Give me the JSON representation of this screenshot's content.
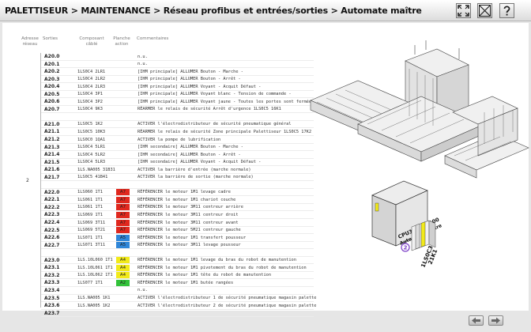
{
  "breadcrumb": "PALETTISEUR > MAINTENANCE > Réseau profibus et entrées/sorties > Automate maître",
  "columns": {
    "adresse": "Adresse\nréseau",
    "sorties": "Sorties",
    "composant": "Composant\ncâblé",
    "plan": "Planche\naction",
    "commentaires": "Commentaires"
  },
  "network_address": "2",
  "rows": [
    {
      "io": "A20.0",
      "comp": "",
      "plan": "",
      "plan_color": "",
      "cmt": "n.u."
    },
    {
      "io": "A20.1",
      "comp": "",
      "plan": "",
      "plan_color": "",
      "cmt": "n.u."
    },
    {
      "io": "A20.2",
      "comp": "1LS0C4 2LR1",
      "plan": "",
      "plan_color": "",
      "cmt": "[IHM principale] ALLUMER Bouton - Marche -"
    },
    {
      "io": "A20.3",
      "comp": "1LS0C4 2LR2",
      "plan": "",
      "plan_color": "",
      "cmt": "[IHM principale] ALLUMER Bouton - Arrêt -"
    },
    {
      "io": "A20.4",
      "comp": "1LS0C4 2LR3",
      "plan": "",
      "plan_color": "",
      "cmt": "[IHM principale] ALLUMER Voyant - Acquit Défaut -"
    },
    {
      "io": "A20.5",
      "comp": "1LS0C4 3P1",
      "plan": "",
      "plan_color": "",
      "cmt": "[IHM principale] ALLUMER Voyant blanc - Tension de commande -"
    },
    {
      "io": "A20.6",
      "comp": "1LS0C4 3P2",
      "plan": "",
      "plan_color": "",
      "cmt": "[IHM principale] ALLUMER Voyant jaune - Toutes les portes sont fermées -"
    },
    {
      "io": "A20.7",
      "comp": "1LS0C4 9K3",
      "plan": "",
      "plan_color": "",
      "cmt": "RÉARMER le relais de sécurité Arrêt d'urgence 1LS0C5 16K1"
    },
    {
      "gap": true
    },
    {
      "io": "A21.0",
      "comp": "1LS0C5 1K2",
      "plan": "",
      "plan_color": "",
      "cmt": "ACTIVER l'électrodistributeur de sécurité pneumatique général"
    },
    {
      "io": "A21.1",
      "comp": "1LS0C5 10K3",
      "plan": "",
      "plan_color": "",
      "cmt": "RÉARMER le relais de sécurité Zone principale Palettiseur 1LS0C5 17K2"
    },
    {
      "io": "A21.2",
      "comp": "1LS0C0 1QA1",
      "plan": "",
      "plan_color": "",
      "cmt": "ACTIVER la pompe de lubrification"
    },
    {
      "io": "A21.3",
      "comp": "1LS0C4 5LR1",
      "plan": "",
      "plan_color": "",
      "cmt": "[IHM secondaire] ALLUMER Bouton - Marche -"
    },
    {
      "io": "A21.4",
      "comp": "1LS0C4 5LR2",
      "plan": "",
      "plan_color": "",
      "cmt": "[IHM secondaire] ALLUMER Bouton - Arrêt -"
    },
    {
      "io": "A21.5",
      "comp": "1LS0C4 5LR3",
      "plan": "",
      "plan_color": "",
      "cmt": "[IHM secondaire] ALLUMER Voyant - Acquit Défaut -"
    },
    {
      "io": "A21.6",
      "comp": "1LS.NA005 31B31",
      "plan": "",
      "plan_color": "",
      "cmt": "ACTIVER la barrière d'entrée (marche normale)"
    },
    {
      "io": "A21.7",
      "comp": "1LS0C5 41B41",
      "plan": "",
      "plan_color": "",
      "cmt": "ACTIVER la barrière de sortie (marche normale)"
    },
    {
      "gap": true
    },
    {
      "io": "A22.0",
      "comp": "1LS060 1T1",
      "plan": "A7",
      "plan_color": "#e0281e",
      "cmt": "RÉFÉRENCER le moteur 1M1 levage cadre"
    },
    {
      "io": "A22.1",
      "comp": "1LS061 1T1",
      "plan": "A7",
      "plan_color": "#e0281e",
      "cmt": "RÉFÉRENCER le moteur 1M1 chariot couche"
    },
    {
      "io": "A22.2",
      "comp": "1LS061 1T1",
      "plan": "A7",
      "plan_color": "#e0281e",
      "cmt": "RÉFÉRENCER le moteur 3M11 centreur arrière"
    },
    {
      "io": "A22.3",
      "comp": "1LS069 1T1",
      "plan": "A7",
      "plan_color": "#e0281e",
      "cmt": "RÉFÉRENCER le moteur 3M11 centreur droit"
    },
    {
      "io": "A22.4",
      "comp": "1LS069 3T11",
      "plan": "A7",
      "plan_color": "#e0281e",
      "cmt": "RÉFÉRENCER le moteur 3M11 centreur avant"
    },
    {
      "io": "A22.5",
      "comp": "1LS069 5T21",
      "plan": "A7",
      "plan_color": "#e0281e",
      "cmt": "RÉFÉRENCER le moteur 5M21 centreur gauche"
    },
    {
      "io": "A22.6",
      "comp": "1LS071 1T1",
      "plan": "A5",
      "plan_color": "#2f86d8",
      "cmt": "RÉFÉRENCER le moteur 1M1 transfert pousseur"
    },
    {
      "io": "A22.7",
      "comp": "1LS071 3T11",
      "plan": "A5",
      "plan_color": "#2f86d8",
      "cmt": "RÉFÉRENCER le moteur 3M11 levage pousseur"
    },
    {
      "gap": true
    },
    {
      "io": "A23.0",
      "comp": "1LS.10L060 1T1",
      "plan": "A4",
      "plan_color": "#f2ea1a",
      "cmt": "RÉFÉRENCER le moteur 1M1 levage du bras du robot de manutention"
    },
    {
      "io": "A23.1",
      "comp": "1LS.10L061 1T1",
      "plan": "A4",
      "plan_color": "#f2ea1a",
      "cmt": "RÉFÉRENCER le moteur 1M1 pivotement du bras du robot de manutention"
    },
    {
      "io": "A23.2",
      "comp": "1LS.10L062 1T1",
      "plan": "A4",
      "plan_color": "#f2ea1a",
      "cmt": "RÉFÉRENCER le moteur 1M1 tête du robot de manutention"
    },
    {
      "io": "A23.3",
      "comp": "1LS077 1T1",
      "plan": "A2",
      "plan_color": "#33c23a",
      "cmt": "RÉFÉRENCER le moteur 1M1 butée rangées"
    },
    {
      "io": "A23.4",
      "comp": "",
      "plan": "",
      "plan_color": "",
      "cmt": "n.u."
    },
    {
      "io": "A23.5",
      "comp": "1LS.NA005 1K1",
      "plan": "",
      "plan_color": "",
      "cmt": "ACTIVER l'électrodistributeur 1 de sécurité pneumatique magasin palette"
    },
    {
      "io": "A23.6",
      "comp": "1LS.NA005 1K2",
      "plan": "",
      "plan_color": "",
      "cmt": "ACTIVER l'électrodistributeur 2 de sécurité pneumatique magasin palette"
    },
    {
      "io": "A23.7",
      "comp": "",
      "plan": "",
      "plan_color": "",
      "cmt": ""
    }
  ],
  "diagram": {
    "cabinet_label": "CPU317 S7-300",
    "cabinet_sublabel": "Automate maître",
    "bubble": "2",
    "module_label": "1LS0C3",
    "module_sublabel": "21K1"
  }
}
